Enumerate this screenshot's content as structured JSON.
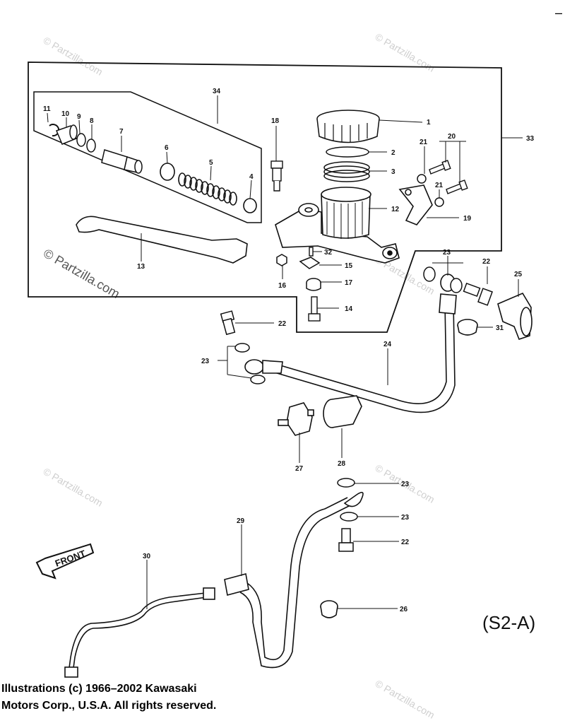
{
  "diagram": {
    "callouts": [
      "1",
      "2",
      "3",
      "4",
      "5",
      "6",
      "7",
      "8",
      "9",
      "10",
      "11",
      "12",
      "13",
      "14",
      "15",
      "16",
      "17",
      "18",
      "19",
      "20",
      "21",
      "21",
      "22",
      "22",
      "22",
      "23",
      "23",
      "23",
      "23",
      "24",
      "25",
      "26",
      "27",
      "28",
      "29",
      "30",
      "31",
      "32",
      "33",
      "34"
    ],
    "front_label": "FRONT",
    "code": "(S2-A)",
    "copyright_line1": "Illustrations (c) 1966–2002 Kawasaki",
    "copyright_line2": "Motors Corp., U.S.A.  All rights reserved.",
    "top_right_mark": "–"
  },
  "watermark": {
    "text": "© Partzilla.com"
  },
  "colors": {
    "ink": "#111111",
    "watermark": "#cfcfcf"
  }
}
